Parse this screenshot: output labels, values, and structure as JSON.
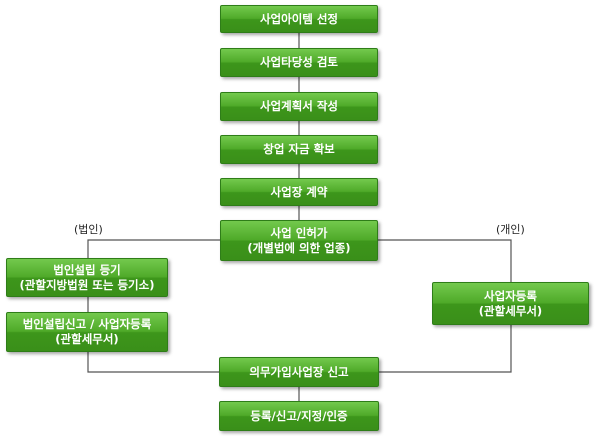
{
  "steps": {
    "item_selection": "사업아이템 선정",
    "feasibility_review": "사업타당성 검토",
    "business_plan": "사업계획서 작성",
    "funding": "창업 자금 확보",
    "site_contract": "사업장 계약",
    "license_line1": "사업 인허가",
    "license_line2": "(개별법에 의한 업종)",
    "insurance": "의무가입사업장 신고",
    "registration": "등록/신고/지정/인증"
  },
  "corporate": {
    "label": "(법인)",
    "register_line1": "법인설립 등기",
    "register_line2": "(관할지방법원 또는 등기소)",
    "report_line1": "법인설립신고 / 사업자등록",
    "report_line2": "(관할세무서)"
  },
  "individual": {
    "label": "(개인)",
    "register_line1": "사업자등록",
    "register_line2": "(관할세무서)"
  },
  "colors": {
    "box": "#4faa29",
    "border": "#2e7d18",
    "connector": "#555555"
  }
}
